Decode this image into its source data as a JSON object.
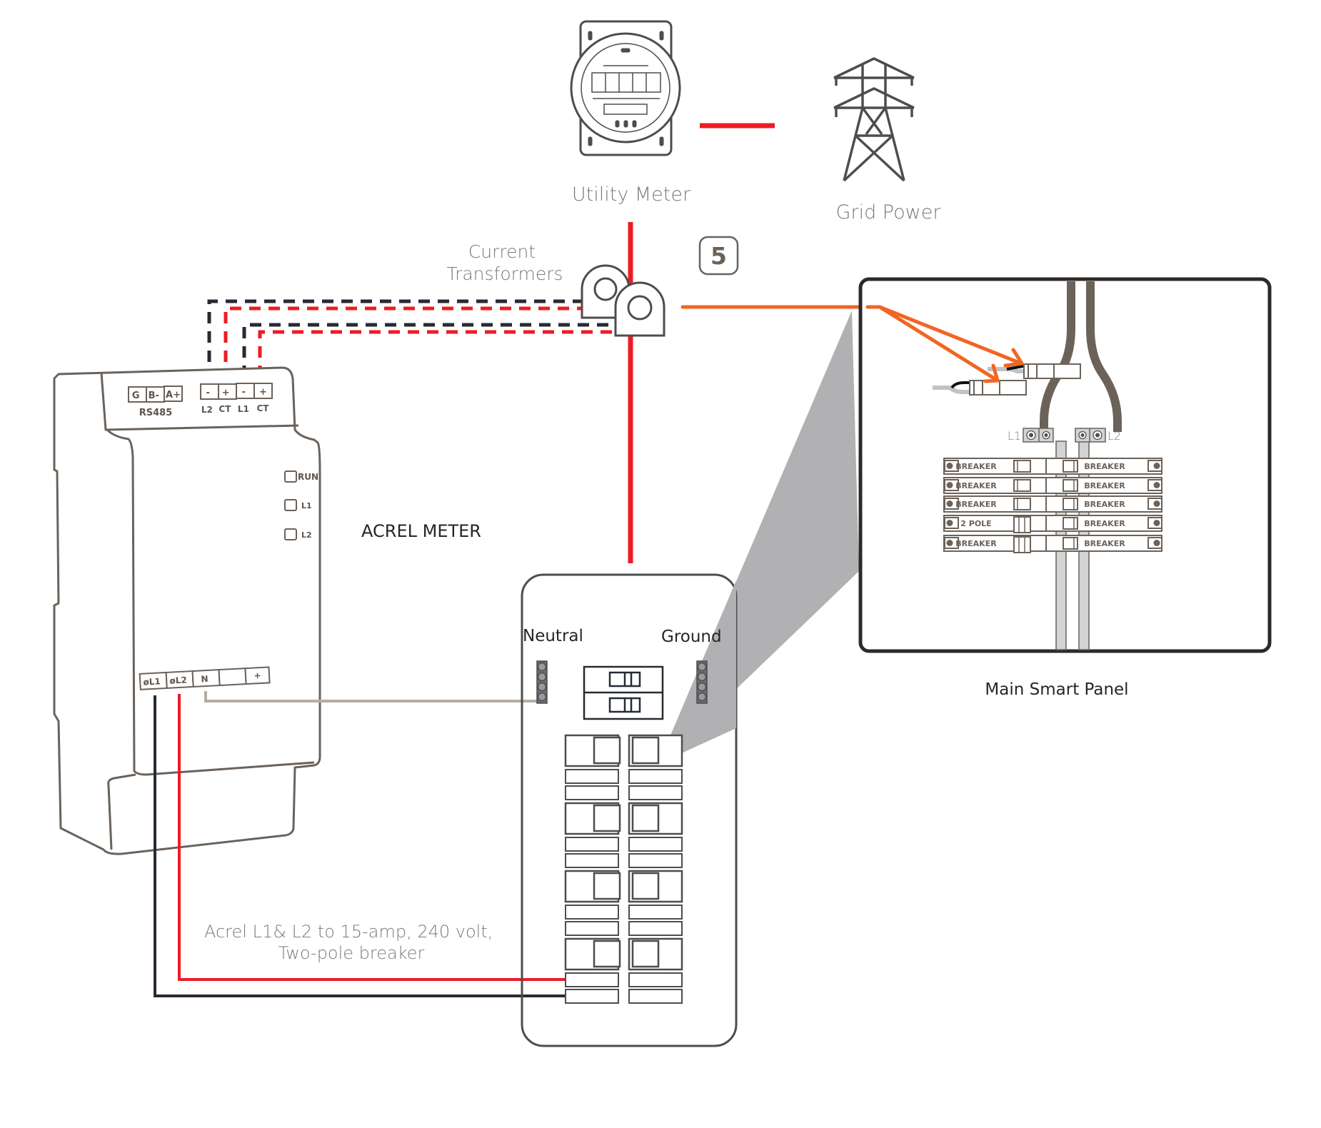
{
  "labels": {
    "utility_meter": "Utility Meter",
    "grid_power": "Grid Power",
    "current_transformers_line1": "Current",
    "current_transformers_line2": "Transformers",
    "step_badge": "5",
    "acrel_meter": "ACREL METER",
    "neutral": "Neutral",
    "ground": "Ground",
    "main_smart_panel": "Main Smart Panel",
    "breaker_note_line1": "Acrel L1& L2 to 15-amp, 240 volt,",
    "breaker_note_line2": "Two-pole breaker"
  },
  "acrel_meter": {
    "rs485_terminals": [
      "G",
      "B-",
      "A+"
    ],
    "rs485_label": "RS485",
    "ct_terminals": [
      "-",
      "+",
      "-",
      "+"
    ],
    "ct_terminal_labels": [
      "L2",
      "CT",
      "L1",
      "CT"
    ],
    "indicators": [
      "RUN",
      "L1",
      "L2"
    ],
    "power_terminals": [
      "øL1",
      "øL2",
      "N",
      "",
      "+"
    ]
  },
  "smart_panel_inset": {
    "bus_labels": [
      "L1",
      "L2"
    ],
    "left_breakers": [
      "BREAKER",
      "BREAKER",
      "BREAKER",
      "2 POLE",
      "BREAKER"
    ],
    "right_breakers": [
      "BREAKER",
      "BREAKER",
      "BREAKER",
      "BREAKER",
      "BREAKER"
    ]
  },
  "colors": {
    "live_red": "#ed1c24",
    "wire_black": "#262a33",
    "ct_orange": "#f26522",
    "neutral_gray": "#b5aca3",
    "outline_brown": "#6b625a",
    "outline_gray": "#4d4d4f",
    "wedge_gray": "#b1b1b3"
  }
}
